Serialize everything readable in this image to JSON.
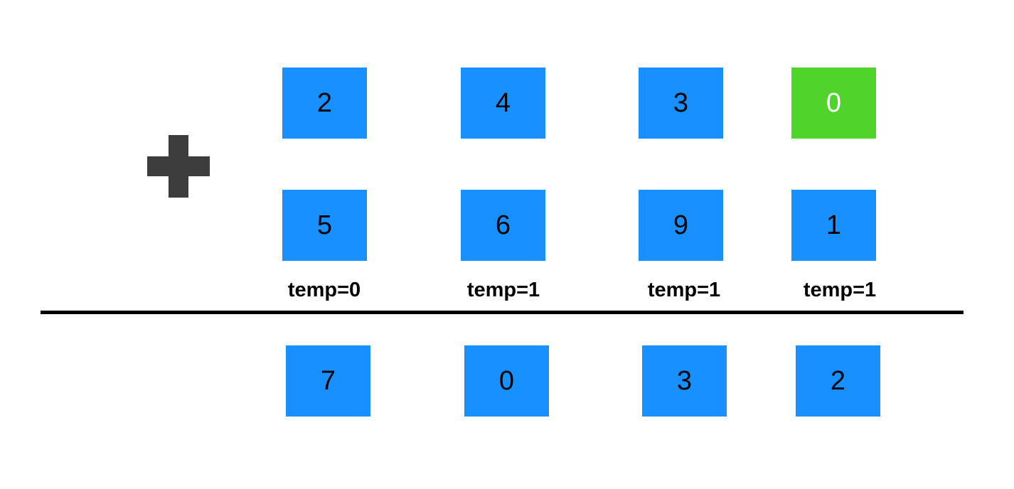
{
  "operator": {
    "symbol": "+",
    "name": "plus-sign",
    "color": "#3c3c3c"
  },
  "colors": {
    "digit_blue": "#1890ff",
    "digit_green": "#4ed42a",
    "digit_text": "#000000",
    "digit_text_highlight": "#ffffff",
    "rule": "#000000",
    "background": "#ffffff"
  },
  "rows": {
    "addend_top": {
      "name": "addend-top-row",
      "cells": [
        {
          "value": "2",
          "state": "normal"
        },
        {
          "value": "4",
          "state": "normal"
        },
        {
          "value": "3",
          "state": "normal"
        },
        {
          "value": "0",
          "state": "highlighted"
        }
      ]
    },
    "addend_bottom": {
      "name": "addend-bottom-row",
      "cells": [
        {
          "value": "5",
          "state": "normal"
        },
        {
          "value": "6",
          "state": "normal"
        },
        {
          "value": "9",
          "state": "normal"
        },
        {
          "value": "1",
          "state": "normal"
        }
      ]
    },
    "carry": {
      "name": "carry-row",
      "labels": [
        "temp=0",
        "temp=1",
        "temp=1",
        "temp=1"
      ]
    },
    "result": {
      "name": "result-row",
      "cells": [
        {
          "value": "7",
          "state": "normal"
        },
        {
          "value": "0",
          "state": "normal"
        },
        {
          "value": "3",
          "state": "normal"
        },
        {
          "value": "2",
          "state": "normal"
        }
      ]
    }
  }
}
